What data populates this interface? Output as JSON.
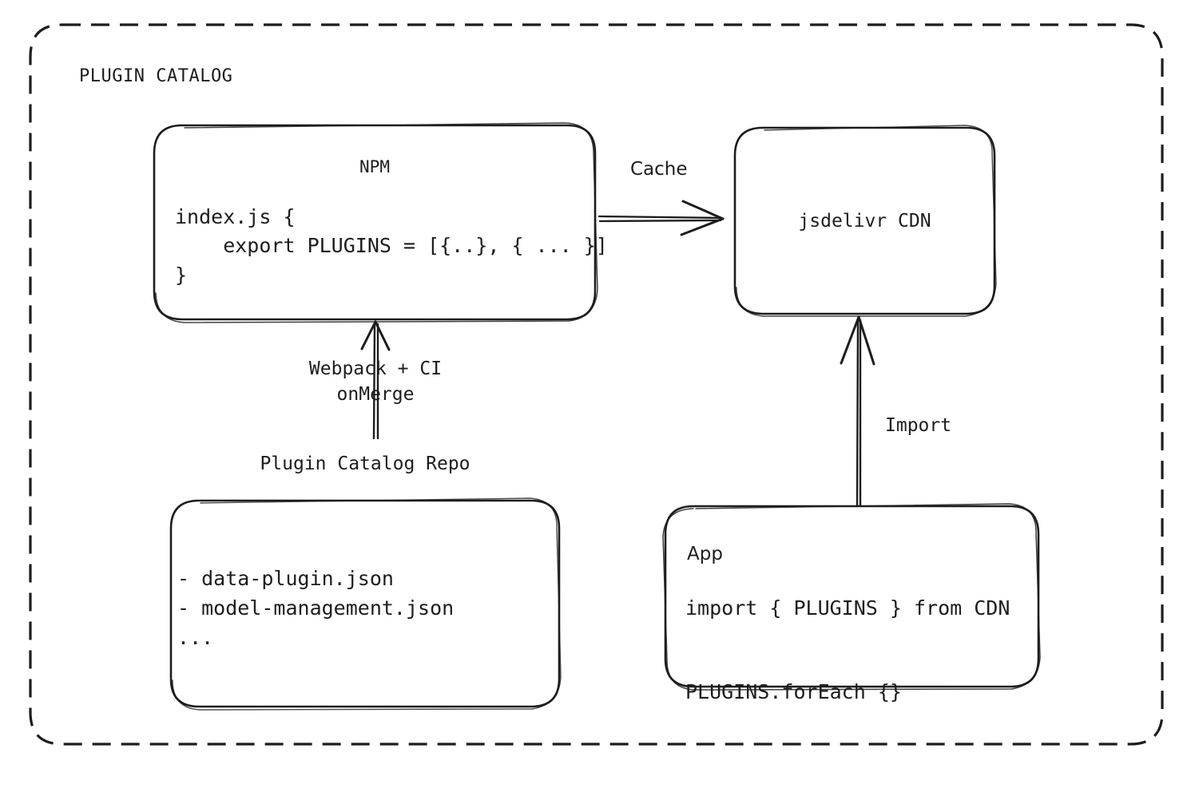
{
  "frame": {
    "title": "PLUGIN CATALOG",
    "style": "dashed-rounded-rectangle"
  },
  "colors": {
    "stroke": "#1d1d1f",
    "text": "#1d1d1f",
    "background": "#ffffff"
  },
  "nodes": {
    "npm": {
      "title": "NPM",
      "code_lines": [
        "index.js {",
        "    export PLUGINS = [{..}, { ... }]",
        "}"
      ],
      "code_block": "index.js {\n    export PLUGINS = [{..}, { ... }]\n}"
    },
    "cdn": {
      "title": "jsdelivr CDN"
    },
    "repo": {
      "caption": "Plugin Catalog Repo",
      "items": [
        "- data-plugin.json",
        "- model-management.json",
        "..."
      ],
      "items_block": "- data-plugin.json\n- model-management.json\n..."
    },
    "app": {
      "title": "App",
      "code_lines": [
        "import { PLUGINS } from CDN",
        "PLUGINS.forEach {}"
      ],
      "code_block": "import { PLUGINS } from CDN\n\nPLUGINS.forEach {}"
    }
  },
  "edges": {
    "cache": {
      "label": "Cache",
      "from": "npm",
      "to": "cdn",
      "direction": "right"
    },
    "build": {
      "label": "Webpack + CI\nonMerge",
      "label_lines": [
        "Webpack + CI",
        "onMerge"
      ],
      "from": "repo",
      "to": "npm",
      "direction": "up"
    },
    "import": {
      "label": "Import",
      "from": "app",
      "to": "cdn",
      "direction": "up"
    }
  }
}
